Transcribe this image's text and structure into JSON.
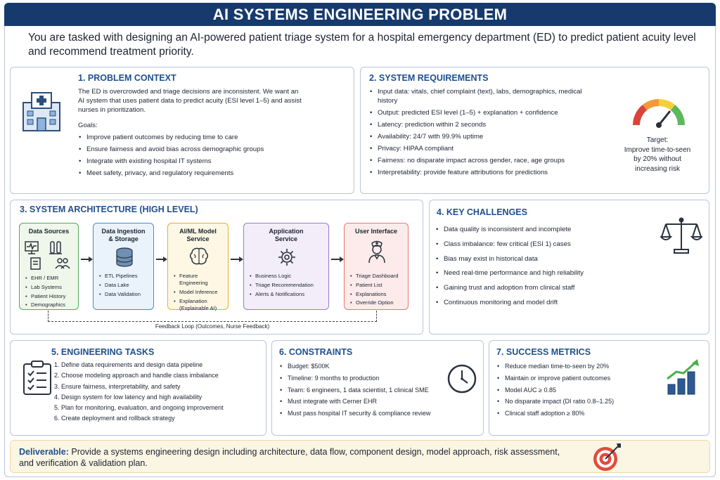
{
  "title": "AI SYSTEMS ENGINEERING PROBLEM",
  "intro": "You are tasked with designing an AI-powered patient triage system for a hospital emergency department (ED) to predict patient acuity level and recommend treatment priority.",
  "problem_context": {
    "title": "1. PROBLEM CONTEXT",
    "description": "The ED is overcrowded and triage decisions are inconsistent. We want an AI system that uses patient data to predict acuity (ESI level 1–5) and assist nurses in prioritization.",
    "goals_label": "Goals:",
    "goals": [
      "Improve patient outcomes by reducing time to care",
      "Ensure fairness and avoid bias across demographic groups",
      "Integrate with existing hospital IT systems",
      "Meet safety, privacy, and regulatory requirements"
    ],
    "icon": "hospital-icon"
  },
  "system_requirements": {
    "title": "2. SYSTEM REQUIREMENTS",
    "items": [
      "Input data: vitals, chief complaint (text), labs, demographics, medical history",
      "Output: predicted ESI level (1–5) + explanation + confidence",
      "Latency: prediction within 2 seconds",
      "Availability: 24/7 with 99.9% uptime",
      "Privacy: HIPAA compliant",
      "Fairness: no disparate impact across gender, race, age groups",
      "Interpretability: provide feature attributions for predictions"
    ],
    "target": "Target:\nImprove time-to-seen\nby 20% without\nincreasing risk",
    "icon": "gauge-icon"
  },
  "architecture": {
    "title": "3. SYSTEM ARCHITECTURE (HIGH LEVEL)",
    "boxes": [
      {
        "title": "Data Sources",
        "items": [
          "EHR / EMR",
          "Lab Systems",
          "Patient History",
          "Demographics"
        ],
        "color": "#58a65c",
        "bg": "#eef7ea"
      },
      {
        "title": "Data Ingestion\n& Storage",
        "items": [
          "ETL Pipelines",
          "Data Lake",
          "Data Validation"
        ],
        "color": "#4a8cc7",
        "bg": "#eaf3fb"
      },
      {
        "title": "AI/ML Model\nService",
        "items": [
          "Feature Engineering",
          "Model Inference",
          "Explanation\n(Explainable AI)"
        ],
        "color": "#e0b233",
        "bg": "#fdf7e3"
      },
      {
        "title": "Application\nService",
        "items": [
          "Business Logic",
          "Triage Recommendation",
          "Alerts & Notifications"
        ],
        "color": "#9a7cc4",
        "bg": "#f2edf9"
      },
      {
        "title": "User Interface",
        "items": [
          "Triage Dashboard",
          "Patient List",
          "Explanations",
          "Override Option"
        ],
        "color": "#e07b72",
        "bg": "#fcebea"
      }
    ],
    "feedback": "Feedback Loop (Outcomes, Nurse Feedback)"
  },
  "key_challenges": {
    "title": "4. KEY CHALLENGES",
    "items": [
      "Data quality is inconsistent and incomplete",
      "Class imbalance: few critical (ESI 1) cases",
      "Bias may exist in historical data",
      "Need real-time performance and high reliability",
      "Gaining trust and adoption from clinical staff",
      "Continuous monitoring and model drift"
    ],
    "icon": "scales-icon"
  },
  "engineering_tasks": {
    "title": "5. ENGINEERING TASKS",
    "items": [
      "1.  Define data requirements and design data pipeline",
      "2.  Choose modeling approach and handle class imbalance",
      "3.  Ensure fairness, interpretability, and safety",
      "4.  Design system for low latency and high availability",
      "5.  Plan for monitoring, evaluation, and ongoing improvement",
      "6.  Create deployment and rollback strategy"
    ],
    "icon": "clipboard-icon"
  },
  "constraints": {
    "title": "6. CONSTRAINTS",
    "items": [
      "Budget: $500K",
      "Timeline: 9 months to production",
      "Team: 6 engineers, 1 data scientist, 1 clinical SME",
      "Must integrate with Cerner EHR",
      "Must pass hospital IT security & compliance review"
    ],
    "icon": "clock-icon"
  },
  "success_metrics": {
    "title": "7. SUCCESS METRICS",
    "items": [
      "Reduce median time-to-seen by 20%",
      "Maintain or improve patient outcomes",
      "Model AUC ≥ 0.85",
      "No disparate impact (DI ratio 0.8–1.25)",
      "Clinical staff adoption ≥ 80%"
    ],
    "icon": "growth-chart-icon"
  },
  "deliverable": {
    "label": "Deliverable:",
    "text": "Provide a systems engineering design including architecture, data flow, component design, model approach, risk assessment, and verification & validation plan.",
    "icon": "target-icon"
  },
  "colors": {
    "header": "#173a6e",
    "section_title": "#1f4f8f",
    "card_border": "#b7c6dc"
  }
}
